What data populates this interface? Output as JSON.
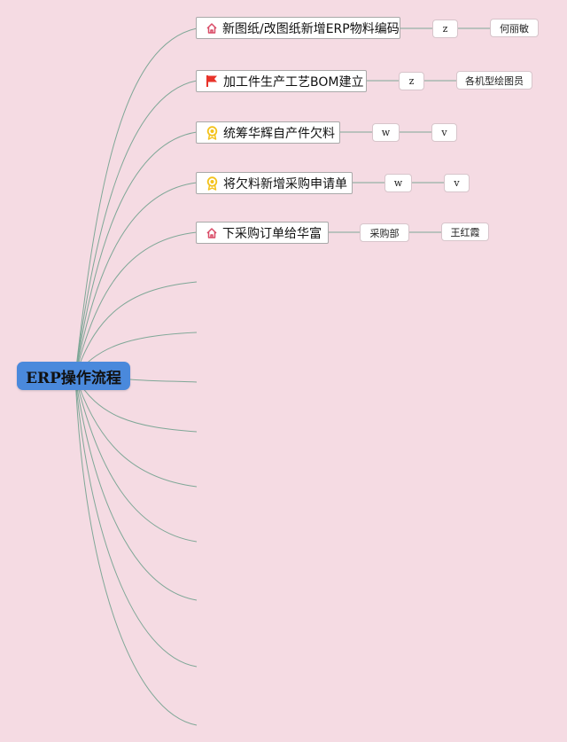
{
  "root": {
    "label": "ERP操作流程"
  },
  "branches": [
    {
      "label": "新图纸/改图纸新增ERP物料编码",
      "icon": "house-icon",
      "tags": [
        "z",
        "何丽敏"
      ]
    },
    {
      "label": "加工件生产工艺BOM建立",
      "icon": "red-flag-icon",
      "tags": [
        "z",
        "各机型绘图员"
      ]
    },
    {
      "label": "统筹华辉自产件欠料",
      "icon": "award-medal-icon",
      "tags": [
        "w",
        "v"
      ]
    },
    {
      "label": "将欠料新增采购申请单",
      "icon": "award-medal-icon",
      "tags": [
        "w",
        "v"
      ]
    },
    {
      "label": "下采购订单给华富",
      "icon": "house-icon",
      "tags": [
        "采购部",
        "王红霞"
      ]
    }
  ],
  "empty_branch_count": 9,
  "colors": {
    "background": "#f5dbe3",
    "root_fill": "#4a89dc",
    "connector": "#7fa797",
    "flag": "#e8332a",
    "medal": "#f3c21b",
    "house": "#d94b67"
  }
}
